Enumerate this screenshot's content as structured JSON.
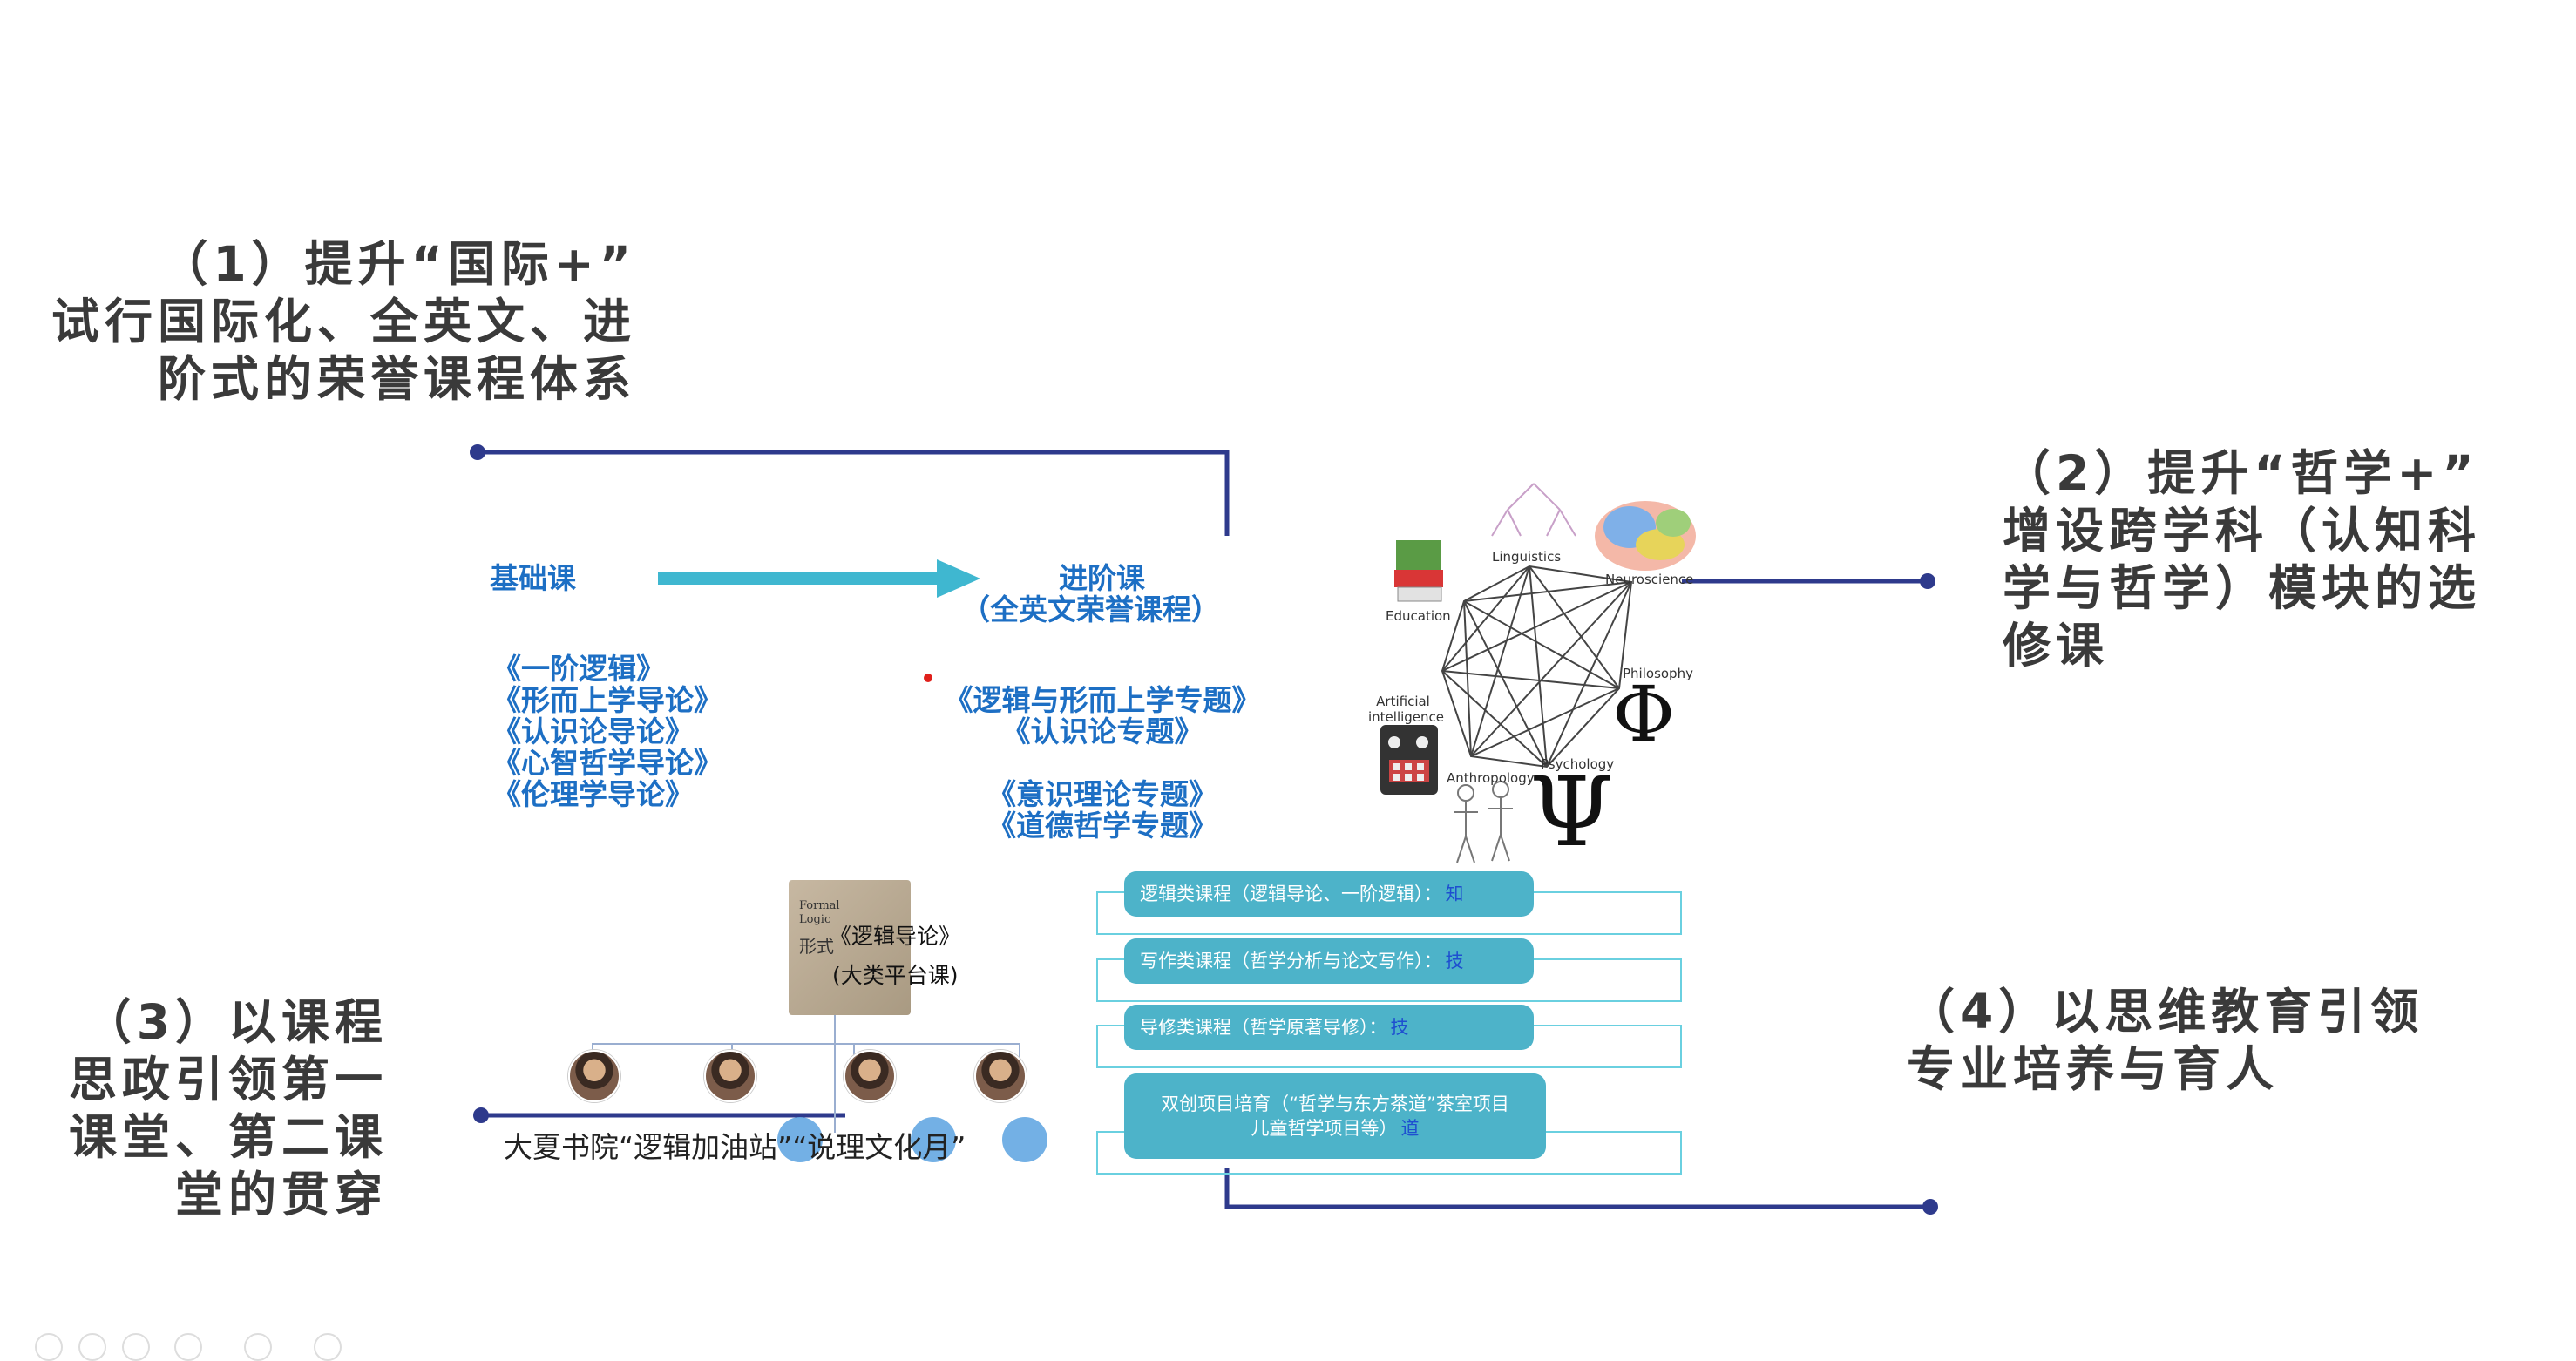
{
  "headings": {
    "h1": [
      "（1）提升“国际+”",
      "试行国际化、全英文、进",
      "阶式的荣誉课程体系"
    ],
    "h2": [
      "（2）提升“哲学+”",
      "增设跨学科（认知科",
      "学与哲学）模块的选",
      "修课"
    ],
    "h3": [
      "（3）以课程",
      "思政引领第一",
      "课堂、第二课",
      "堂的贯穿"
    ],
    "h4": [
      "（4）以思维教育引领",
      "专业培养与育人"
    ]
  },
  "courses": {
    "basic_title": "基础课",
    "advanced_title": "进阶课",
    "advanced_subtitle": "（全英文荣誉课程）",
    "basic_list": [
      "《一阶逻辑》",
      "《形而上学导论》",
      "《认识论导论》",
      "《心智哲学导论》",
      "《伦理学导论》"
    ],
    "advanced_list_a": [
      "《逻辑与形而上学专题》",
      "《认识论专题》"
    ],
    "advanced_list_b": [
      "《意识理论专题》",
      "《道德哲学专题》"
    ]
  },
  "network": {
    "nodes": [
      "Linguistics",
      "Neuroscience",
      "Philosophy",
      "Psychology",
      "Anthropology",
      "Artificial intelligence",
      "Education"
    ],
    "glyph_phi": "Φ",
    "glyph_psi": "Ψ"
  },
  "book": {
    "title": "《逻辑导论》",
    "subtitle": "(大类平台课)",
    "cover_en": "Formal Logic",
    "cover_cn": "形式"
  },
  "events": {
    "label": "大夏书院“逻辑加油站”“说理文化月”"
  },
  "pills": [
    {
      "text": "逻辑类课程（逻辑导论、一阶逻辑）：",
      "key": "知"
    },
    {
      "text": "写作类课程（哲学分析与论文写作）：",
      "key": "技"
    },
    {
      "text": "导修类课程（哲学原著导修）：",
      "key": "技"
    },
    {
      "text": "双创项目培育（“哲学与东方茶道”茶室项目",
      "text2": "儿童哲学项目等）",
      "key": "道"
    }
  ],
  "colors": {
    "connector": "#2e3a8c",
    "arrow": "#3fb7d0",
    "course_blue": "#1d6fc4",
    "pill": "#4db3c9",
    "heading": "#3a3a3a"
  }
}
